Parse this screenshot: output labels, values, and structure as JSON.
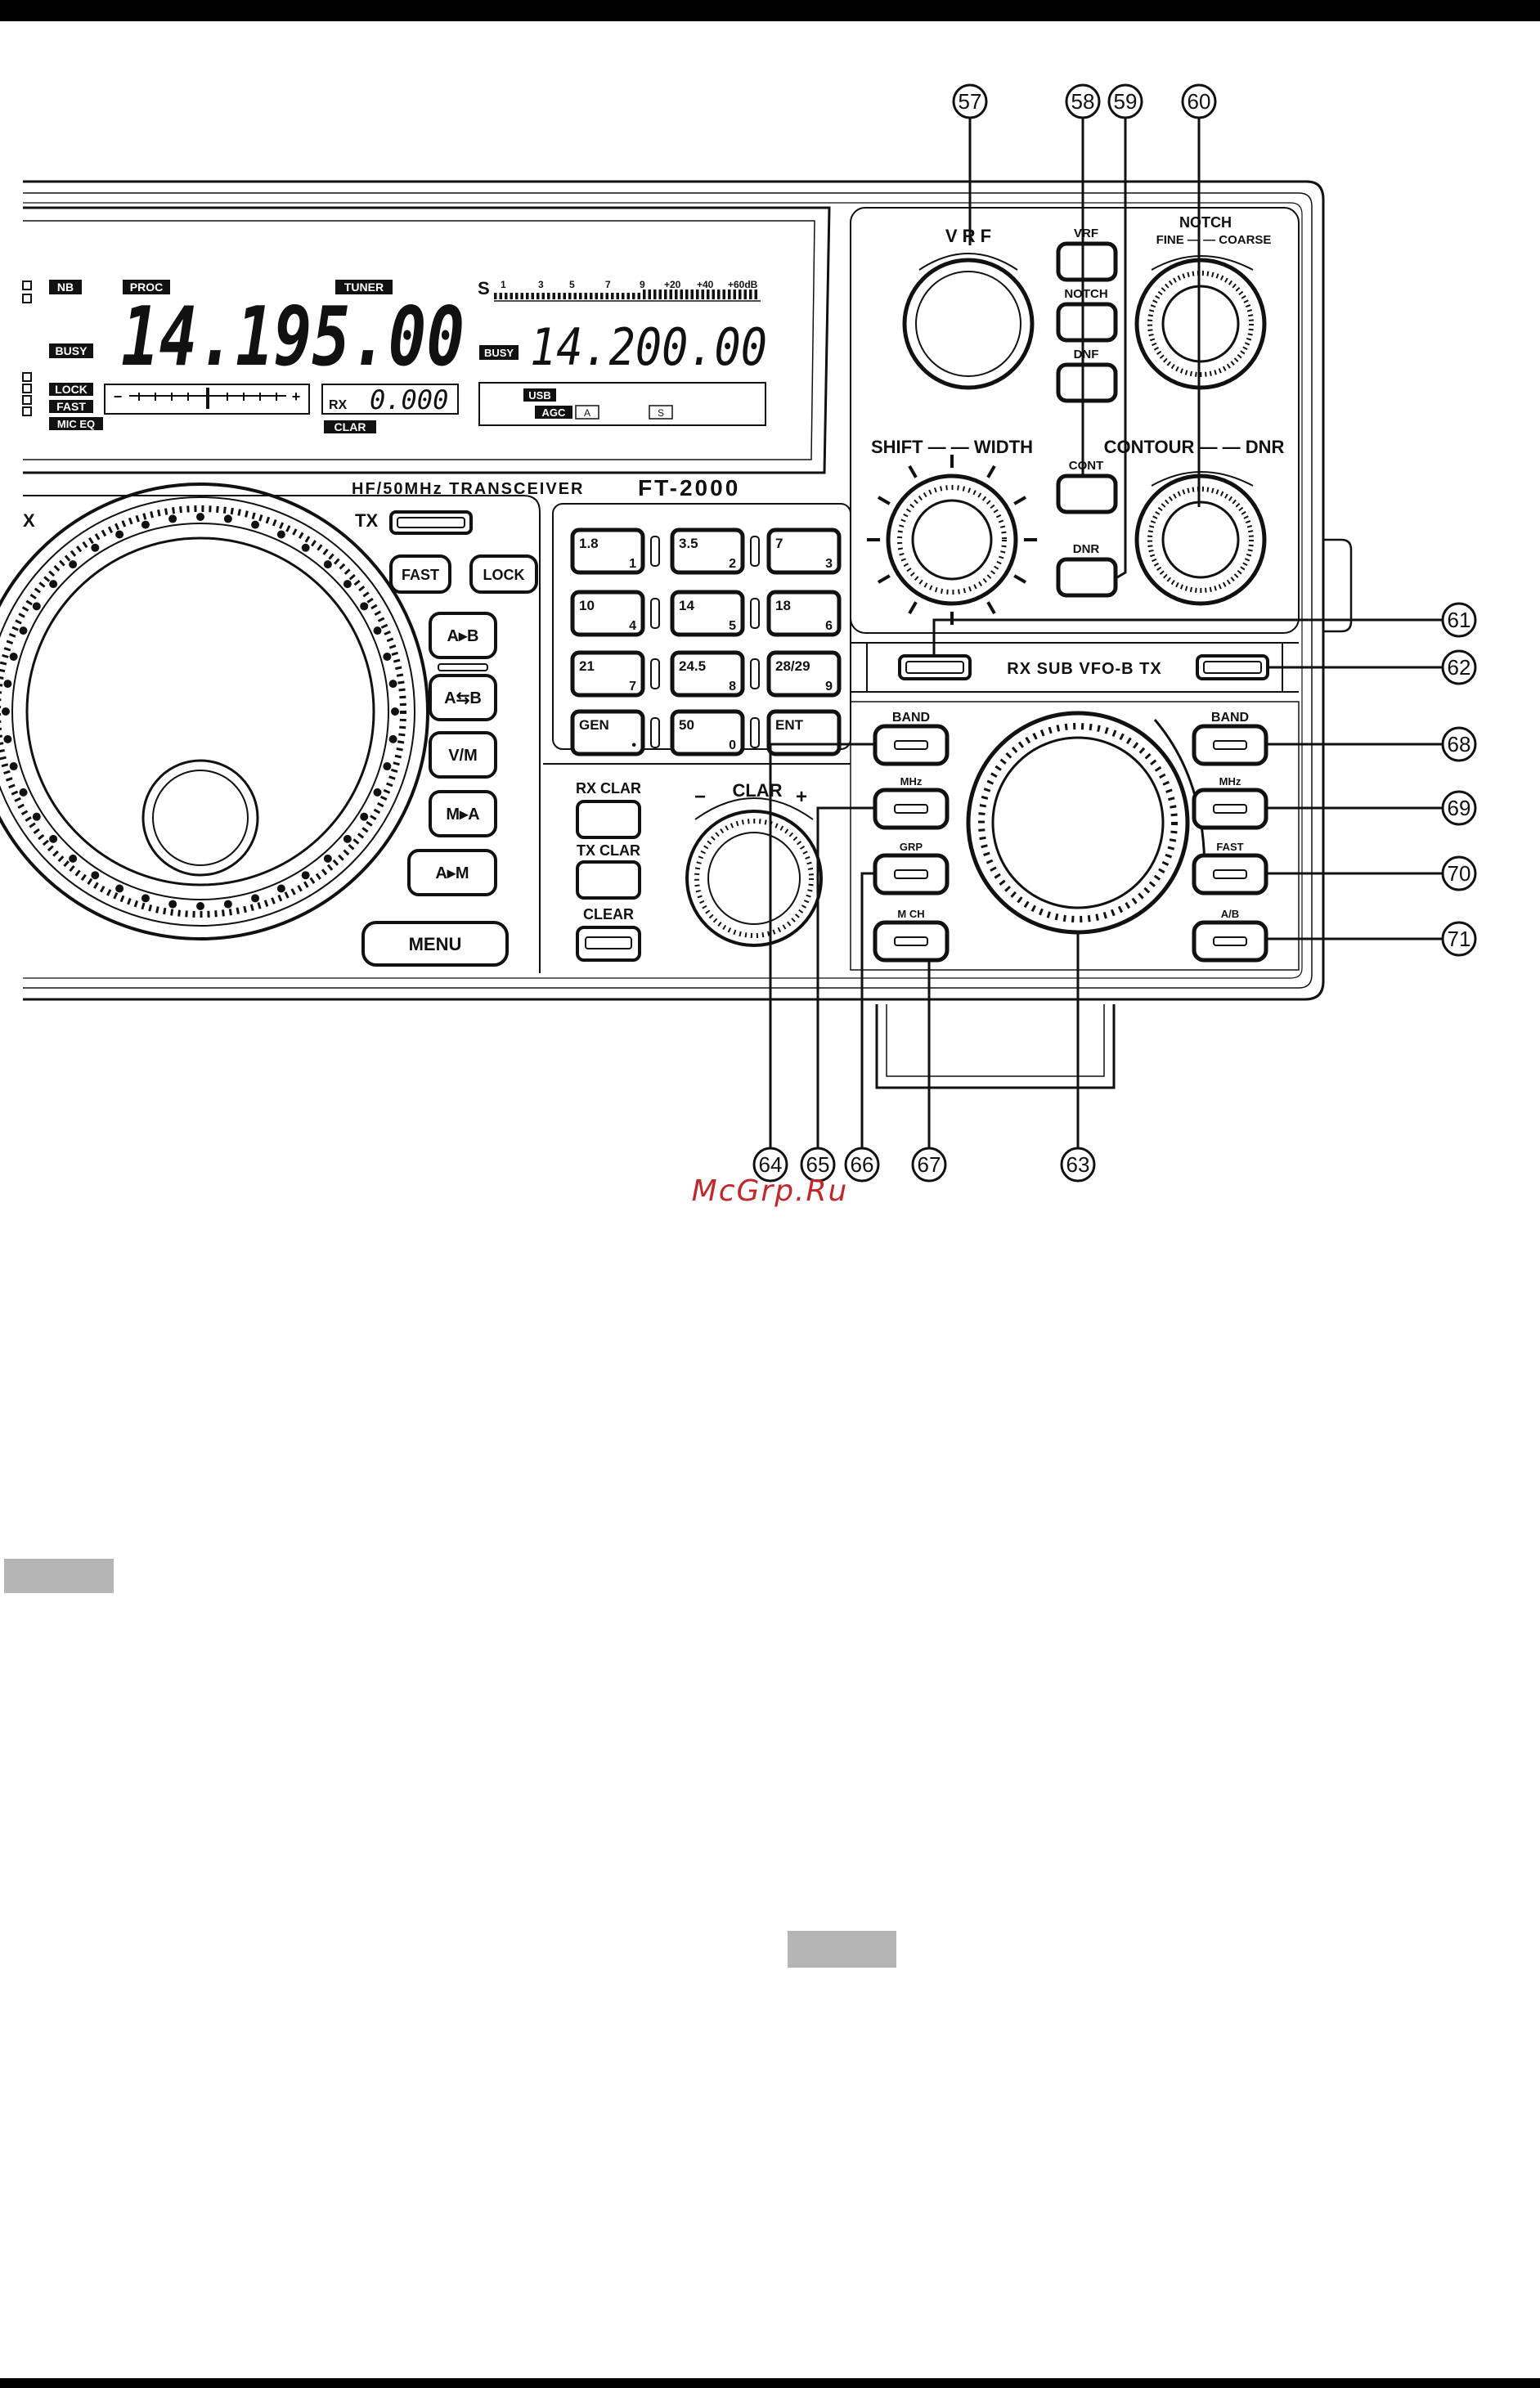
{
  "panel": {
    "model": "FT-2000",
    "model_caption": "HF/50MHz TRANSCEIVER",
    "colors": {
      "ink": "#111111",
      "bar": "#000000",
      "gray_block": "#b5b5b5",
      "watermark": "#c0282d"
    }
  },
  "display": {
    "main_freq": "14.195.00",
    "sub_freq": "14.200.00",
    "clar_offset": "0.000",
    "clar_rx_label": "RX",
    "clar_tag": "CLAR",
    "mode": "USB",
    "agc": "AGC",
    "agc_slot_a": "A",
    "agc_slot_s": "S",
    "indicators_left": [
      "NB",
      "BUSY",
      "LOCK",
      "FAST",
      "MIC EQ"
    ],
    "indicator_proc": "PROC",
    "indicator_tuner": "TUNER",
    "indicator_busy_sub": "BUSY",
    "s_meter_label": "S",
    "s_meter_scale": [
      "1",
      "3",
      "5",
      "7",
      "9",
      "+20",
      "+40",
      "+60dB"
    ],
    "tuning_scale": [
      "−",
      "+"
    ]
  },
  "controls": {
    "vrf": "V R F",
    "notch_coarse": "NOTCH",
    "notch_fine_coarse": "FINE — — COARSE",
    "shift_width": "SHIFT — — WIDTH",
    "contour_dnr": "CONTOUR — — DNR",
    "small_buttons": [
      "VRF",
      "NOTCH",
      "DNF"
    ],
    "cont_button": "CONT",
    "dnr_button": "DNR",
    "rx_sub_bar": "RX  SUB  VFO-B  TX",
    "tx_label": "TX",
    "rx_label_left": "X",
    "left_buttons": [
      "FAST",
      "LOCK"
    ],
    "vfo_buttons": [
      "A▸B",
      "A⇆B",
      "V/M",
      "M▸A",
      "A▸M"
    ],
    "menu": "MENU",
    "clar_knob": "CLAR",
    "clar_minus": "−",
    "clar_plus": "+",
    "clar_buttons": [
      "RX CLAR",
      "TX CLAR",
      "CLEAR"
    ],
    "keypad": [
      {
        "band": "1.8",
        "digit": "1"
      },
      {
        "band": "3.5",
        "digit": "2"
      },
      {
        "band": "7",
        "digit": "3"
      },
      {
        "band": "10",
        "digit": "4"
      },
      {
        "band": "14",
        "digit": "5"
      },
      {
        "band": "18",
        "digit": "6"
      },
      {
        "band": "21",
        "digit": "7"
      },
      {
        "band": "24.5",
        "digit": "8"
      },
      {
        "band": "28/29",
        "digit": "9"
      },
      {
        "band": "GEN",
        "digit": "•"
      },
      {
        "band": "50",
        "digit": "0"
      },
      {
        "band": "ENT",
        "digit": ""
      }
    ],
    "sub_left_buttons": [
      "BAND",
      "MHz",
      "GRP",
      "M CH"
    ],
    "sub_right_buttons": [
      "BAND",
      "MHz",
      "FAST",
      "A/B"
    ]
  },
  "callouts": {
    "top": [
      "57",
      "58",
      "59",
      "60"
    ],
    "right": [
      "61",
      "62",
      "68",
      "69",
      "70",
      "71"
    ],
    "bottom": [
      "64",
      "65",
      "66",
      "67",
      "63"
    ]
  },
  "watermark": "McGrp.Ru"
}
